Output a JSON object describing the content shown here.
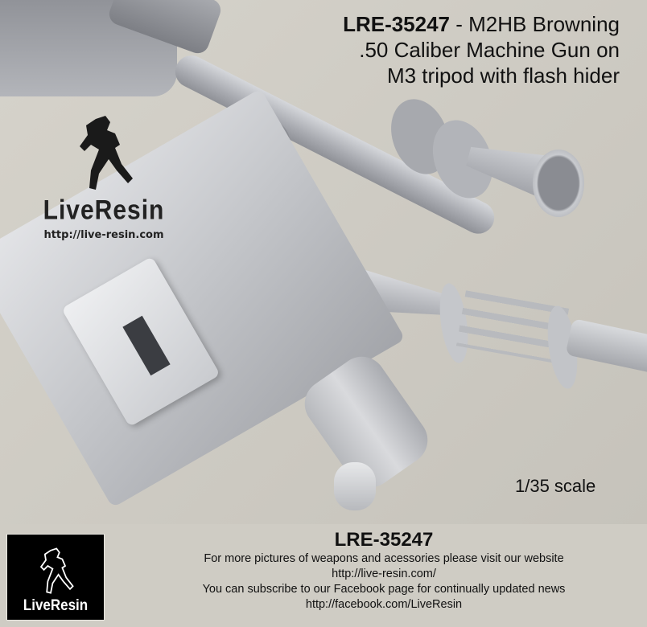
{
  "header": {
    "product_code": "LRE-35247",
    "title_rest_line1": " - M2HB Browning",
    "title_line2": ".50 Caliber Machine Gun on",
    "title_line3": "M3 tripod with flash hider"
  },
  "brand": {
    "name": "LiveResin",
    "url": "http://live-resin.com"
  },
  "scale_label": "1/35 scale",
  "footer": {
    "product_code": "LRE-35247",
    "lines": [
      "For more pictures of weapons and acessories please visit our website",
      "http://live-resin.com/",
      "You can subscribe to our Facebook page for continually updated news",
      "http://facebook.com/LiveResin"
    ],
    "logo_text": "LiveResin"
  },
  "colors": {
    "background": "#cfccc4",
    "render_gray": "#b9bbbf",
    "text": "#111111"
  }
}
